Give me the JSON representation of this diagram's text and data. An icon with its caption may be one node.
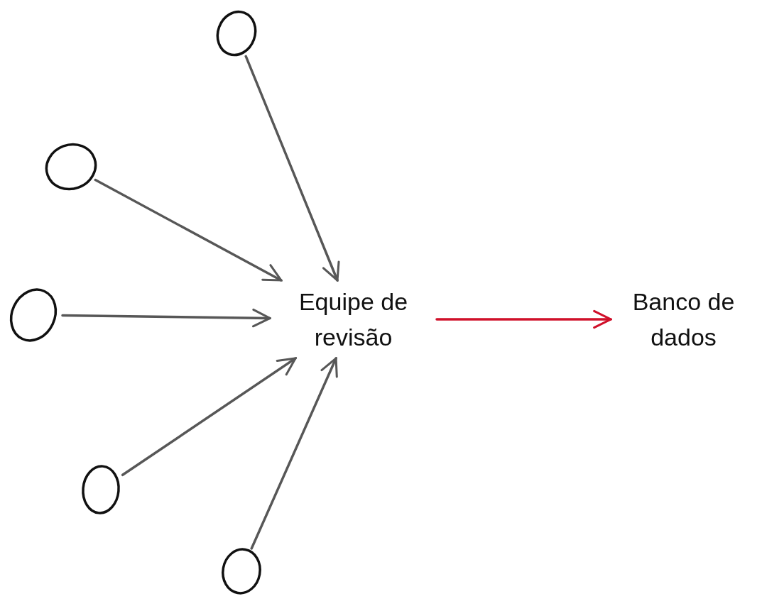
{
  "diagram": {
    "nodes": [
      {
        "text": [],
        "shape": "circle"
      },
      {
        "text": [],
        "shape": "circle"
      },
      {
        "text": [],
        "shape": "circle"
      },
      {
        "text": [],
        "shape": "circle"
      },
      {
        "text": [],
        "shape": "circle"
      },
      {
        "text": [
          "Equipe de revisão"
        ]
      },
      {
        "text": [
          "Banco de dados"
        ]
      }
    ],
    "edges": [
      {
        "from": 0,
        "to": 5,
        "arrow": "to"
      },
      {
        "from": 1,
        "to": 5,
        "arrow": "to"
      },
      {
        "from": 2,
        "to": 5,
        "arrow": "to"
      },
      {
        "from": 3,
        "to": 5,
        "arrow": "to"
      },
      {
        "from": 4,
        "to": 5,
        "arrow": "to"
      },
      {
        "from": 5,
        "to": 6,
        "arrow": "to",
        "color": "#d0102a"
      }
    ]
  }
}
